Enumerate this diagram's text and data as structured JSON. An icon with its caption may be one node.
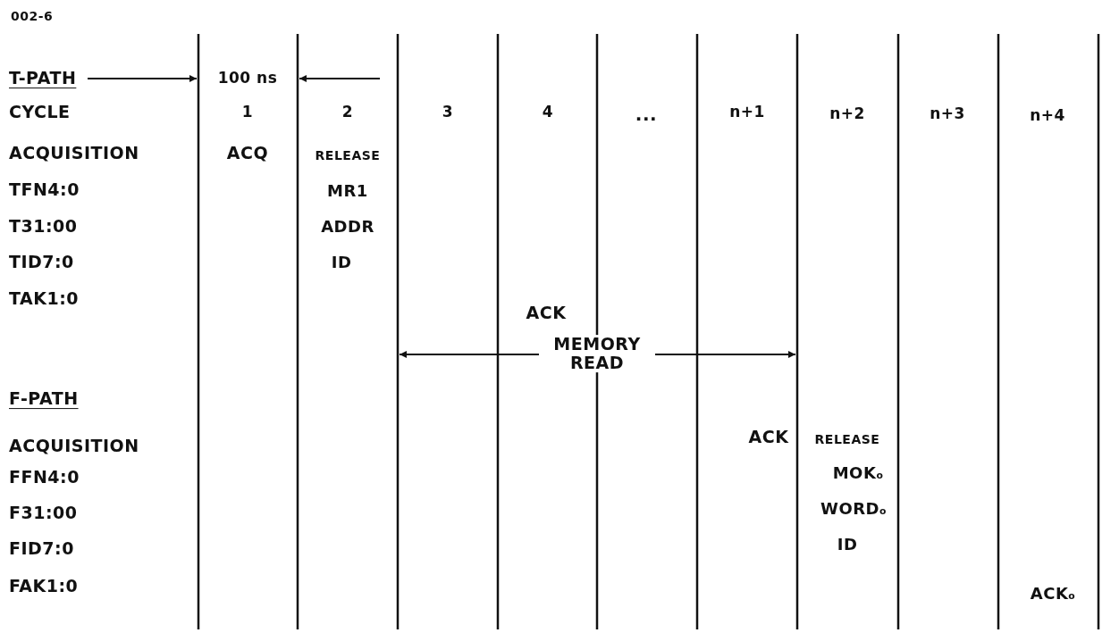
{
  "diagram": {
    "labels": [
      "002-6",
      "T-PATH",
      "100 ns",
      "CYCLE",
      "1",
      "2",
      "3",
      "4",
      "...",
      "n+1",
      "n+2",
      "n+3",
      "n+4",
      "ACQUISITION",
      "ACQ",
      "RELEASE",
      "TFN4:0",
      "MR1",
      "T31:00",
      "ADDR",
      "TID7:0",
      "ID",
      "TAK1:0",
      "ACK",
      "MEMORY READ",
      "F-PATH",
      "ACQUISITION",
      "ACK",
      "RELEASE",
      "FFN4:0",
      "MOK$_{o}$",
      "F31:00",
      "WORD$_{o}$",
      "FID7:0",
      "ID",
      "FAK1:0",
      "ACK$_{o}$"
    ]
  }
}
